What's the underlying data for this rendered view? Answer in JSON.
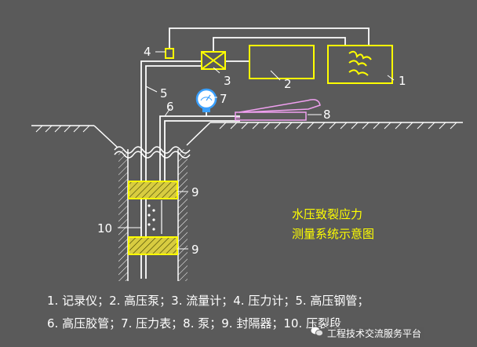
{
  "diagram": {
    "title_line1": "水压致裂应力",
    "title_line2": "测量系统示意图",
    "callouts": {
      "c1": "1",
      "c2": "2",
      "c3": "3",
      "c4": "4",
      "c5": "5",
      "c6": "6",
      "c7": "7",
      "c8": "8",
      "c9a": "9",
      "c9b": "9",
      "c10": "10"
    },
    "legend_line1": "1. 记录仪；2. 高压泵；3. 流量计；4. 压力计；5. 高压钢管；",
    "legend_line2": "6. 高压胶管；7. 压力表；8. 泵；9. 封隔器；10. 压裂段",
    "watermark": "工程技术交流服务平台",
    "colors": {
      "background": "#5a5a5a",
      "pipe": "#ffffff",
      "device": "#ffff00",
      "gauge": "#3aa0ff",
      "pump8": "#f0a0f0",
      "packer": "#e8e060",
      "title": "#ffff00"
    }
  }
}
